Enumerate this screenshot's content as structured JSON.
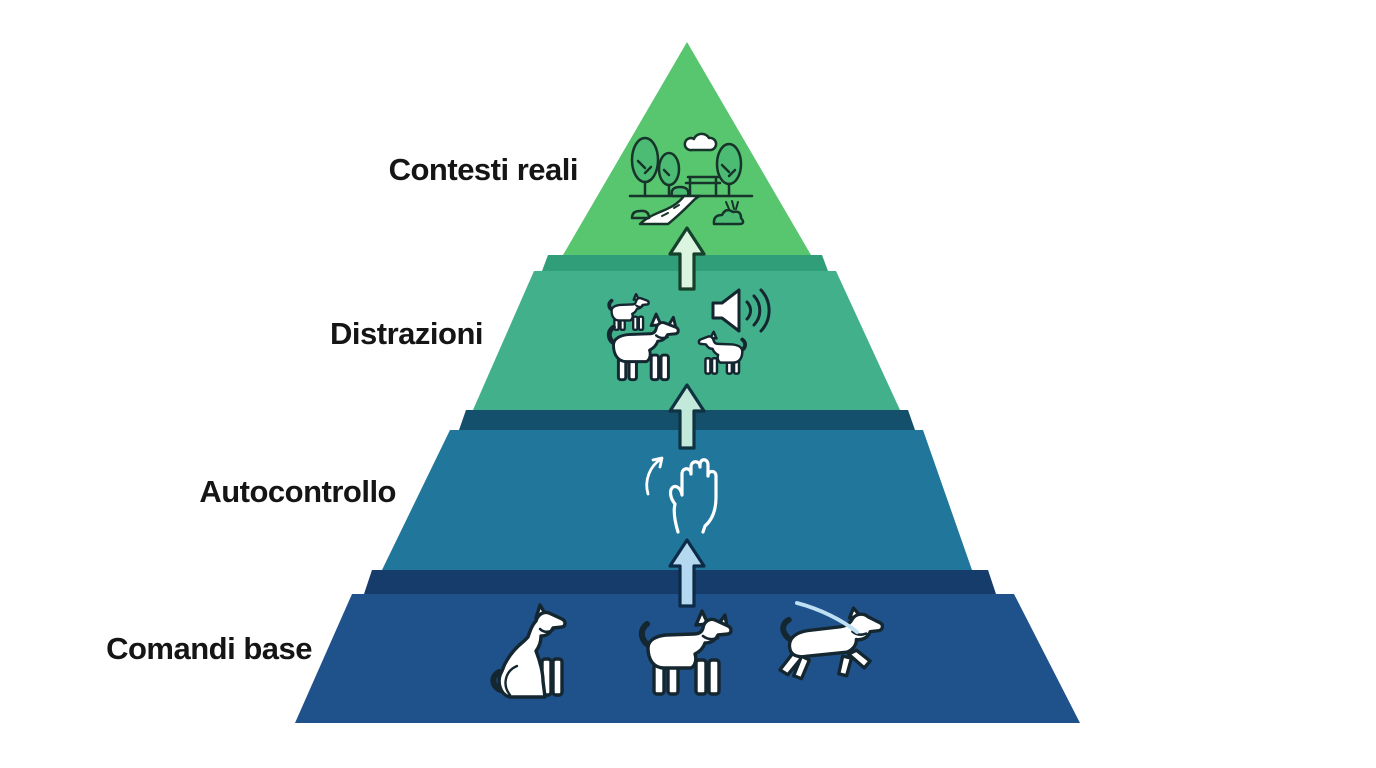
{
  "background_color": "#FFFFFF",
  "text_color": "#151515",
  "pyramid": {
    "type": "pyramid-4-levels",
    "levels": [
      {
        "rank": 1,
        "position": "top",
        "label": "Contesti reali",
        "color": "#58C56F",
        "icons": [
          "park-scene-icon"
        ]
      },
      {
        "rank": 2,
        "position": "second",
        "label": "Distrazioni",
        "color": "#42B08A",
        "band_color": "#2F9E79",
        "icons": [
          "small-dog-icon",
          "speaker-icon",
          "large-dog-icon",
          "small-dog-2-icon"
        ]
      },
      {
        "rank": 3,
        "position": "third",
        "label": "Autocontrollo",
        "color": "#20779B",
        "band_color": "#14506C",
        "icons": [
          "rotate-arrow-icon",
          "hand-stop-icon"
        ]
      },
      {
        "rank": 4,
        "position": "bottom",
        "label": "Comandi base",
        "color": "#1F518B",
        "band_color": "#153C6B",
        "icons": [
          "sitting-dog-icon",
          "standing-dog-icon",
          "running-dog-leash-icon"
        ]
      }
    ],
    "arrows": [
      {
        "direction": "up",
        "between": "Comandi base → Autocontrollo",
        "fill": "#B4D8EF",
        "stroke": "#0D2A49"
      },
      {
        "direction": "up",
        "between": "Autocontrollo → Distrazioni",
        "fill": "#C3E9DB",
        "stroke": "#0F3340"
      },
      {
        "direction": "up",
        "between": "Distrazioni → Contesti reali",
        "fill": "#DCF5E0",
        "stroke": "#16402B"
      }
    ]
  },
  "icon_colors": {
    "dog_outline": "#14262F",
    "park_outline": "#17342A",
    "foliage": "#4CBB74",
    "white": "#FFFFFF",
    "hand_stroke": "#FFFFFF",
    "leash": "#BFE0F2"
  }
}
